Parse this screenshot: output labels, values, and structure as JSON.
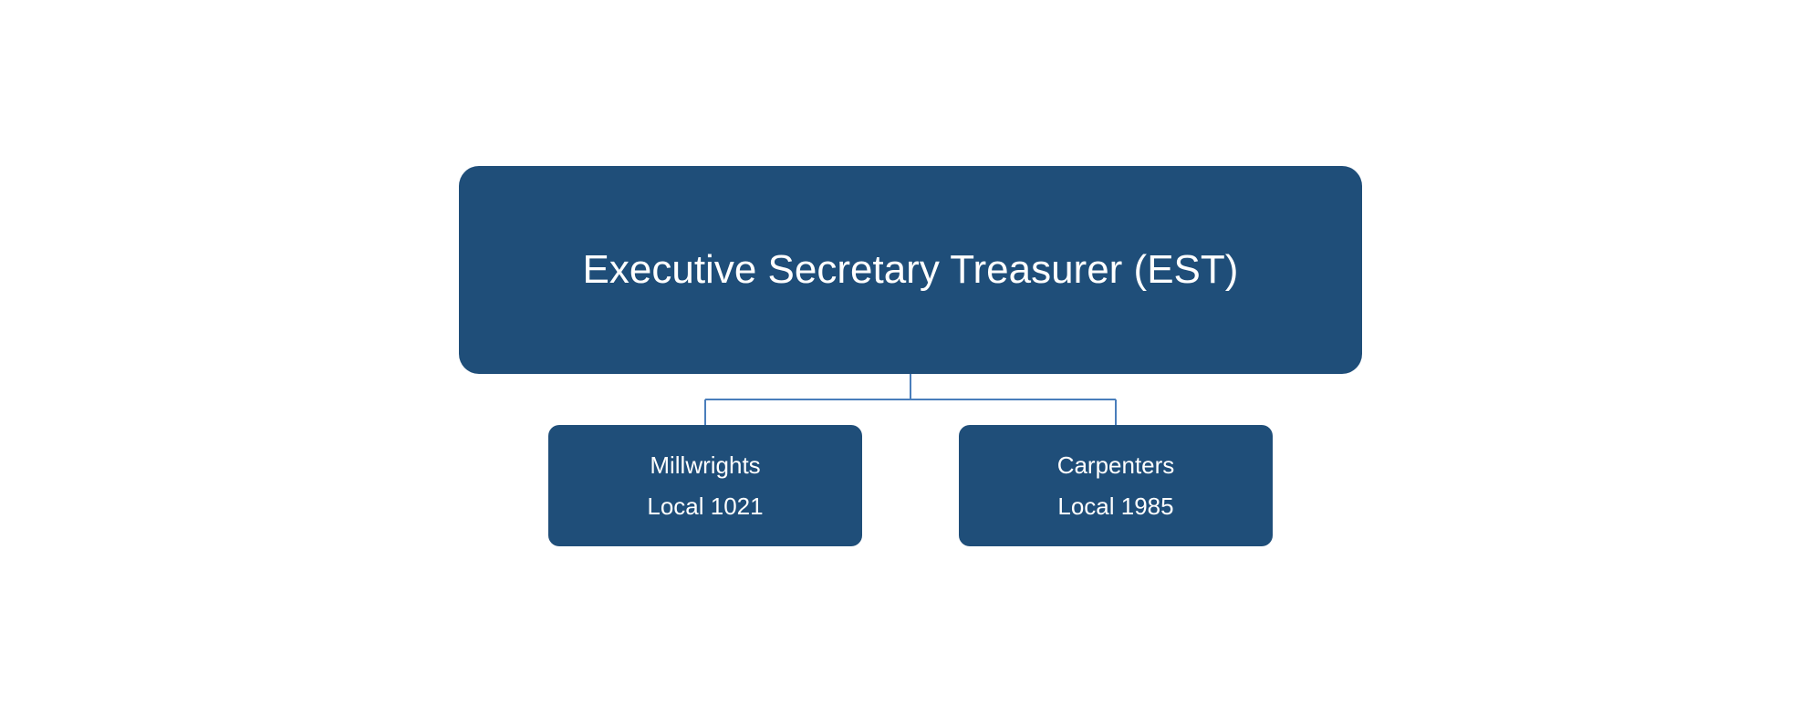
{
  "colors": {
    "node_fill": "#1f4e79",
    "connector": "#4a7ebb",
    "text": "#ffffff",
    "background": "#ffffff"
  },
  "root": {
    "label": "Executive Secretary Treasurer (EST)"
  },
  "children": [
    {
      "line1": "Millwrights",
      "line2": "Local 1021"
    },
    {
      "line1": "Carpenters",
      "line2": "Local 1985"
    }
  ]
}
